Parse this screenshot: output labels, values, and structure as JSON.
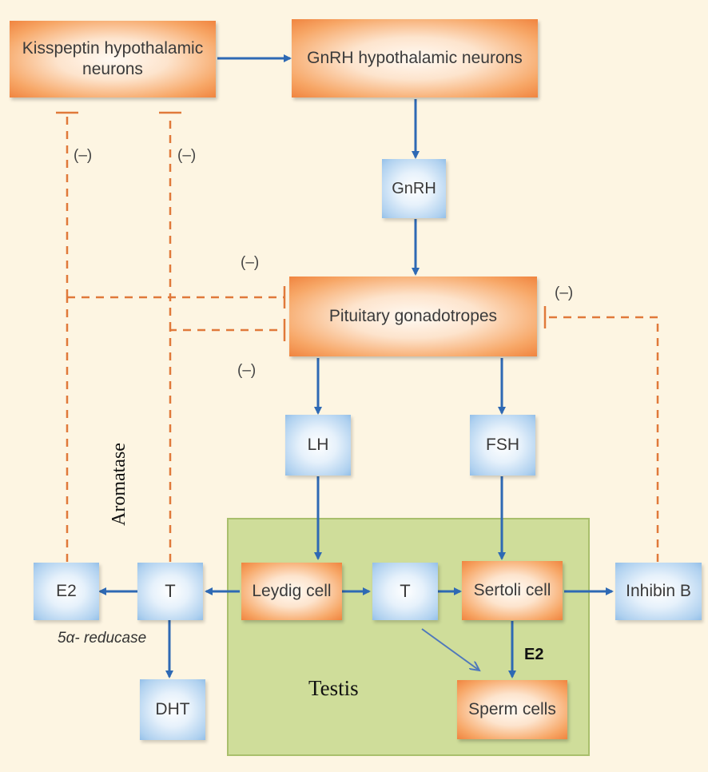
{
  "nodes": {
    "kisspeptin": "Kisspeptin hypothalamic neurons",
    "gnrh_neurons": "GnRH hypothalamic neurons",
    "gnrh": "GnRH",
    "pituitary": "Pituitary gonadotropes",
    "lh": "LH",
    "fsh": "FSH",
    "e2": "E2",
    "t_left": "T",
    "leydig": "Leydig cell",
    "t_mid": "T",
    "sertoli": "Sertoli cell",
    "inhibin": "Inhibin B",
    "dht": "DHT",
    "sperm": "Sperm cells"
  },
  "labels": {
    "aromatase": "Aromatase",
    "reducase": "5α- reducase",
    "testis": "Testis",
    "e2_sperm": "E2",
    "neg1": "(–)",
    "neg2": "(–)",
    "neg3": "(–)",
    "neg4": "(–)",
    "neg5": "(–)"
  },
  "colors": {
    "arrow": "#2e69b4",
    "inhibition": "#e0793a",
    "testis_fill": "#cfdd9a",
    "background": "#fdf5e2"
  }
}
